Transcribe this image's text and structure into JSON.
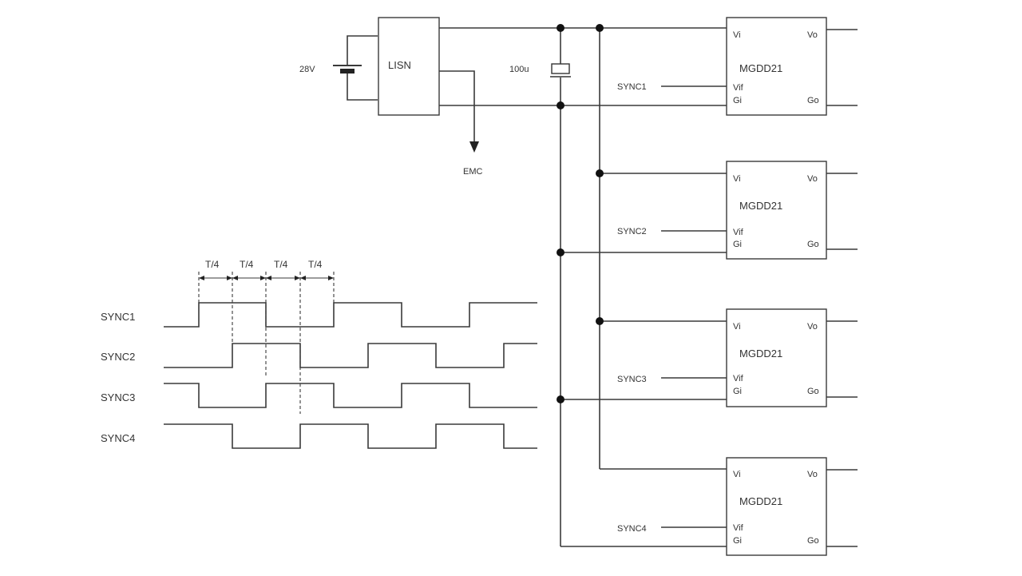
{
  "source": {
    "voltage": "28V"
  },
  "lisn": {
    "label": "LISN",
    "emc_label": "EMC"
  },
  "capacitor": {
    "label": "100u"
  },
  "modules": [
    {
      "name": "MGDD21",
      "vi": "Vi",
      "vo": "Vo",
      "vif": "Vif",
      "gi": "Gi",
      "go": "Go",
      "sync": "SYNC1"
    },
    {
      "name": "MGDD21",
      "vi": "Vi",
      "vo": "Vo",
      "vif": "Vif",
      "gi": "Gi",
      "go": "Go",
      "sync": "SYNC2"
    },
    {
      "name": "MGDD21",
      "vi": "Vi",
      "vo": "Vo",
      "vif": "Vif",
      "gi": "Gi",
      "go": "Go",
      "sync": "SYNC3"
    },
    {
      "name": "MGDD21",
      "vi": "Vi",
      "vo": "Vo",
      "vif": "Vif",
      "gi": "Gi",
      "go": "Go",
      "sync": "SYNC4"
    }
  ],
  "timing": {
    "period_labels": [
      "T/4",
      "T/4",
      "T/4",
      "T/4"
    ],
    "signals": [
      {
        "name": "SYNC1"
      },
      {
        "name": "SYNC2"
      },
      {
        "name": "SYNC3"
      },
      {
        "name": "SYNC4"
      }
    ]
  }
}
